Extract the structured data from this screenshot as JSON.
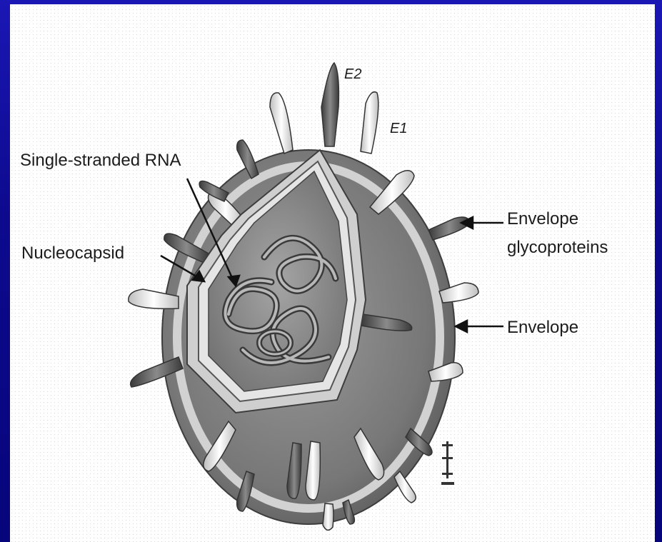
{
  "labels": {
    "e2": "E2",
    "e1": "E1",
    "single_stranded_rna": "Single-stranded RNA",
    "nucleocapsid": "Nucleocapsid",
    "envelope_glycoproteins_line1": "Envelope",
    "envelope_glycoproteins_line2": "glycoproteins",
    "envelope": "Envelope"
  },
  "colors": {
    "frame_blue": "#0d0a8e",
    "panel_bg": "#ffffff",
    "envelope_outer": "#6e6e6e",
    "envelope_band": "#cfcfcf",
    "interior": "#8a8a8a",
    "rna": "#4a4a4a",
    "spike_dark": "#5a5a5a",
    "spike_light": "#e6e6e6"
  }
}
